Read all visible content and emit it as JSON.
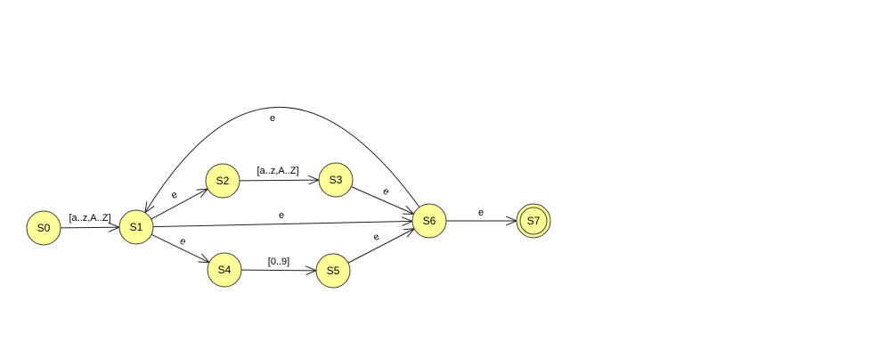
{
  "diagram": {
    "colors": {
      "state_fill": "#ffff99",
      "state_stroke": "#404040",
      "edge": "#222222",
      "background": "#ffffff"
    },
    "states": [
      {
        "id": "S0",
        "label": "S0",
        "accepting": false
      },
      {
        "id": "S1",
        "label": "S1",
        "accepting": false
      },
      {
        "id": "S2",
        "label": "S2",
        "accepting": false
      },
      {
        "id": "S3",
        "label": "S3",
        "accepting": false
      },
      {
        "id": "S4",
        "label": "S4",
        "accepting": false
      },
      {
        "id": "S5",
        "label": "S5",
        "accepting": false
      },
      {
        "id": "S6",
        "label": "S6",
        "accepting": false
      },
      {
        "id": "S7",
        "label": "S7",
        "accepting": true
      }
    ],
    "transitions": [
      {
        "id": "t0",
        "from": "S0",
        "to": "S1",
        "label": "[a..z,A..Z]"
      },
      {
        "id": "t1",
        "from": "S1",
        "to": "S2",
        "label": "e"
      },
      {
        "id": "t2",
        "from": "S2",
        "to": "S3",
        "label": "[a..z,A..Z]"
      },
      {
        "id": "t3",
        "from": "S3",
        "to": "S6",
        "label": "e"
      },
      {
        "id": "t4",
        "from": "S1",
        "to": "S4",
        "label": "e"
      },
      {
        "id": "t5",
        "from": "S4",
        "to": "S5",
        "label": "[0..9]"
      },
      {
        "id": "t6",
        "from": "S5",
        "to": "S6",
        "label": "e"
      },
      {
        "id": "t7",
        "from": "S1",
        "to": "S6",
        "label": "e"
      },
      {
        "id": "t8",
        "from": "S6",
        "to": "S1",
        "label": "e"
      },
      {
        "id": "t9",
        "from": "S6",
        "to": "S7",
        "label": "e"
      }
    ]
  }
}
